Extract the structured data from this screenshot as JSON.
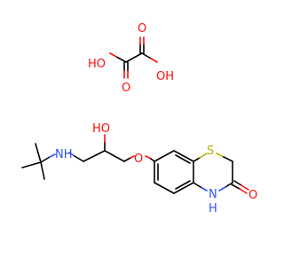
{
  "structure": {
    "oxalic_acid": {
      "oh_left": "HO",
      "oh_right": "OH",
      "o_bottom_left": "O",
      "o_top_right": "O"
    },
    "drug": {
      "nh_amine": "NH",
      "oh_hydroxy": "HO",
      "o_ether": "O",
      "s_ring": "S",
      "nh_lactam": "N",
      "h_lactam": "H",
      "o_carbonyl": "O"
    }
  },
  "colors": {
    "carbon_bond": "#000000",
    "oxygen": "#ff0d0d",
    "nitrogen": "#3050f8",
    "sulfur": "#b2b200"
  }
}
